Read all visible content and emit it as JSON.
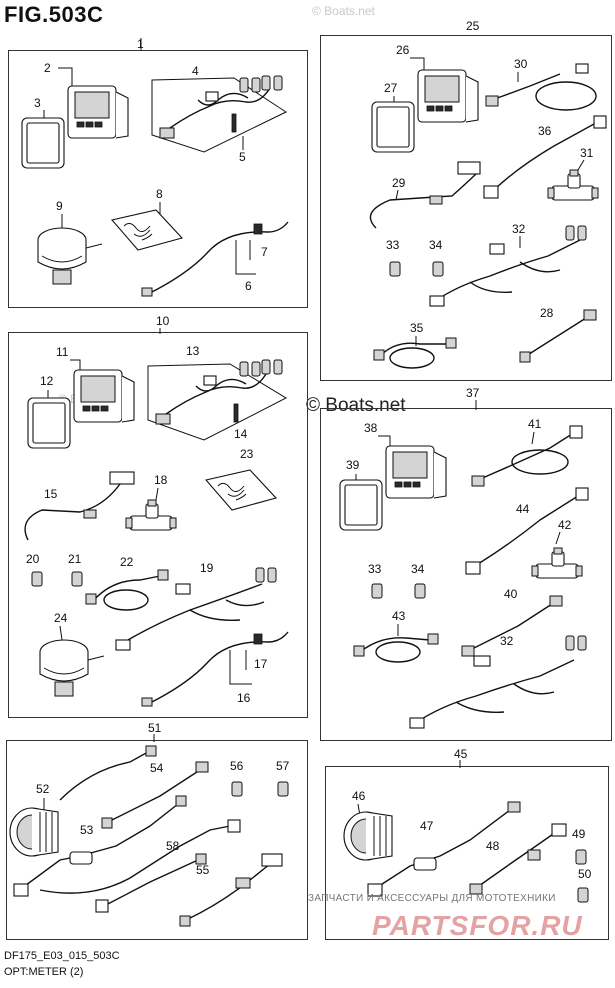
{
  "figure": {
    "title": "FIG.503C",
    "model_code": "DF175_E03_015_503C",
    "caption": "OPT:METER (2)"
  },
  "watermarks": {
    "top": "© Boats.net",
    "mid": "© Boats.net",
    "small": "© Boats.net",
    "promo_line": "ЗАПЧАСТИ И АКСЕССУАРЫ ДЛЯ МОТОТЕХНИКИ",
    "promo_brand": "PARTSFOR.RU"
  },
  "colors": {
    "line": "#111111",
    "frame": "#333333",
    "watermark": "#c9c9c9",
    "brand": "#e4a3a3"
  },
  "callouts": {
    "c1": "1",
    "c2": "2",
    "c3": "3",
    "c4": "4",
    "c5": "5",
    "c6": "6",
    "c7": "7",
    "c8": "8",
    "c9": "9",
    "c10": "10",
    "c11": "11",
    "c12": "12",
    "c13": "13",
    "c14": "14",
    "c15": "15",
    "c16": "16",
    "c17": "17",
    "c18": "18",
    "c19": "19",
    "c20": "20",
    "c21": "21",
    "c22": "22",
    "c23": "23",
    "c24": "24",
    "c25": "25",
    "c26": "26",
    "c27": "27",
    "c28": "28",
    "c29": "29",
    "c30": "30",
    "c31": "31",
    "c32": "32",
    "c33": "33",
    "c34": "34",
    "c35": "35",
    "c36": "36",
    "c37": "37",
    "c38": "38",
    "c39": "39",
    "c40": "40",
    "c41": "41",
    "c42": "42",
    "c43": "43",
    "c44": "44",
    "c45": "45",
    "c46": "46",
    "c47": "47",
    "c48": "48",
    "c49": "49",
    "c50": "50",
    "c51": "51",
    "c52": "52",
    "c53": "53",
    "c54": "54",
    "c55": "55",
    "c56": "56",
    "c57": "57",
    "c58": "58"
  }
}
